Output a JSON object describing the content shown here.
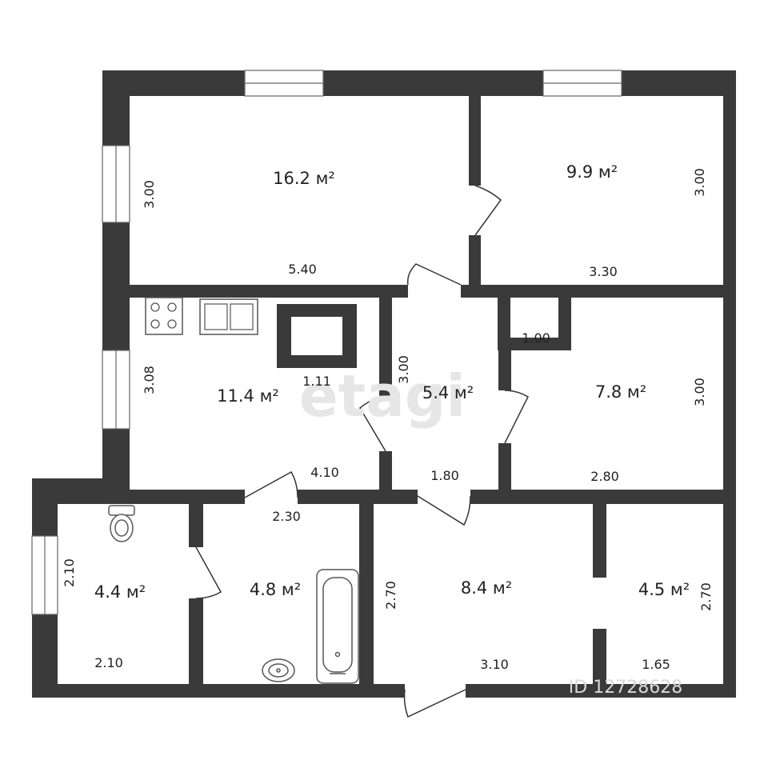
{
  "colors": {
    "wall": "#3a3a3a",
    "floor": "#ffffff",
    "fixture_stroke": "#555555",
    "watermark": "#e6e6e6"
  },
  "watermark": {
    "brand": "etagi",
    "listing_id": "ID 12728628"
  },
  "rooms": [
    {
      "id": "room-1",
      "area": "16.2 м²",
      "width": "5.40",
      "height": "3.00"
    },
    {
      "id": "room-2",
      "area": "9.9 м²",
      "width": "3.30",
      "height": "3.00"
    },
    {
      "id": "kitchen",
      "area": "11.4 м²",
      "width": "4.10",
      "height": "3.08",
      "fixture_dim": "1.11"
    },
    {
      "id": "hall",
      "area": "5.4 м²",
      "width": "1.80",
      "height": "3.00"
    },
    {
      "id": "room-3",
      "area": "7.8 м²",
      "width": "2.80",
      "height": "3.00",
      "closet_dim": "1.00"
    },
    {
      "id": "wc",
      "area": "4.4 м²",
      "width": "2.10",
      "height": "2.10"
    },
    {
      "id": "bathroom",
      "area": "4.8 м²",
      "width": "2.30"
    },
    {
      "id": "entry",
      "area": "8.4 м²",
      "width": "3.10",
      "height": "2.70"
    },
    {
      "id": "room-4",
      "area": "4.5 м²",
      "width": "1.65",
      "height": "2.70"
    }
  ]
}
